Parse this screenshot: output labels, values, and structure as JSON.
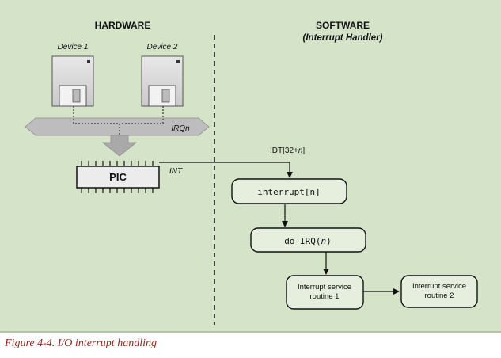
{
  "sections": {
    "hardware": "HARDWARE",
    "software": "SOFTWARE",
    "software_sub": "(Interrupt Handler)"
  },
  "devices": [
    {
      "label": "Device 1",
      "icon": "floppy-disk-icon"
    },
    {
      "label": "Device 2",
      "icon": "floppy-disk-icon"
    }
  ],
  "bus_label": "IRQn",
  "pic_label": "PIC",
  "int_label": "INT",
  "idt_label": {
    "prefix": "IDT[32+",
    "var": "n",
    "suffix": "]"
  },
  "handler_boxes": {
    "interrupt": {
      "text": "interrupt[n]"
    },
    "do_irq": {
      "prefix": "do_IRQ(",
      "var": "n",
      "suffix": ")"
    },
    "isr1": {
      "line1": "Interrupt service",
      "line2": "routine 1"
    },
    "isr2": {
      "line1": "Interrupt service",
      "line2": "routine 2"
    }
  },
  "caption": "Figure 4-4. I/O interrupt handling",
  "colors": {
    "background": "#d5e4c9",
    "box_fill": "#e6eedd",
    "device_fill": "#dcdcdc",
    "bus_fill": "#bdbdbd",
    "caption": "#8b2a1e"
  }
}
